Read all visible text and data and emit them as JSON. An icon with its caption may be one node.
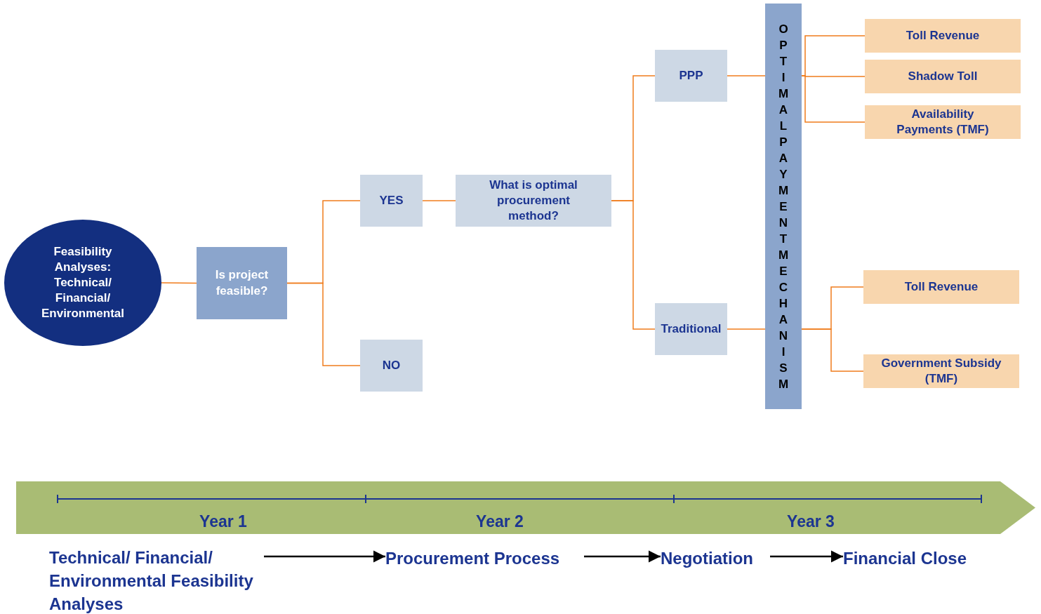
{
  "diagram": {
    "nodes": [
      {
        "text": [
          "Feasibility Analyses: Technical/ Financial/ Environmental"
        ]
      },
      {
        "text": [
          "Is project feasible?"
        ]
      },
      {
        "text": [
          "YES"
        ]
      },
      {
        "text": [
          "NO"
        ]
      },
      {
        "text": [
          "What is optimal procurement method?"
        ]
      },
      {
        "text": [
          "PPP"
        ]
      },
      {
        "text": [
          "Traditional"
        ]
      },
      {
        "text": [
          "OPTIMAL PAYMENT MECHANISM"
        ]
      },
      {
        "text": [
          "Toll Revenue"
        ]
      },
      {
        "text": [
          "Shadow Toll"
        ]
      },
      {
        "text": [
          "Availability Payments (TMF)"
        ]
      },
      {
        "text": [
          "Toll Revenue"
        ]
      },
      {
        "text": [
          "Government Subsidy (TMF)"
        ]
      },
      {
        "text": [
          "Year 1",
          "Year 2",
          "Year 3"
        ]
      },
      {
        "text": [
          "Technical/ Financial/ Environmental Feasibility Analyses"
        ]
      },
      {
        "text": [
          "Procurement Process"
        ]
      },
      {
        "text": [
          "Negotiation"
        ]
      },
      {
        "text": [
          "Financial Close"
        ]
      }
    ],
    "edges": [
      {
        "from": 0,
        "to": 1,
        "arrow": "none"
      },
      {
        "from": 1,
        "to": 2,
        "arrow": "none"
      },
      {
        "from": 1,
        "to": 3,
        "arrow": "none"
      },
      {
        "from": 2,
        "to": 4,
        "arrow": "none"
      },
      {
        "from": 4,
        "to": 5,
        "arrow": "none"
      },
      {
        "from": 4,
        "to": 6,
        "arrow": "none"
      },
      {
        "from": 5,
        "to": 7,
        "arrow": "none"
      },
      {
        "from": 6,
        "to": 7,
        "arrow": "none"
      },
      {
        "from": 7,
        "to": 8,
        "arrow": "none"
      },
      {
        "from": 7,
        "to": 9,
        "arrow": "none"
      },
      {
        "from": 7,
        "to": 10,
        "arrow": "none"
      },
      {
        "from": 7,
        "to": 11,
        "arrow": "none"
      },
      {
        "from": 7,
        "to": 12,
        "arrow": "none"
      },
      {
        "from": 14,
        "to": 15,
        "arrow": "to",
        "color": "#000000"
      },
      {
        "from": 15,
        "to": 16,
        "arrow": "to",
        "color": "#000000"
      },
      {
        "from": 16,
        "to": 17,
        "arrow": "to",
        "color": "#000000"
      }
    ]
  }
}
